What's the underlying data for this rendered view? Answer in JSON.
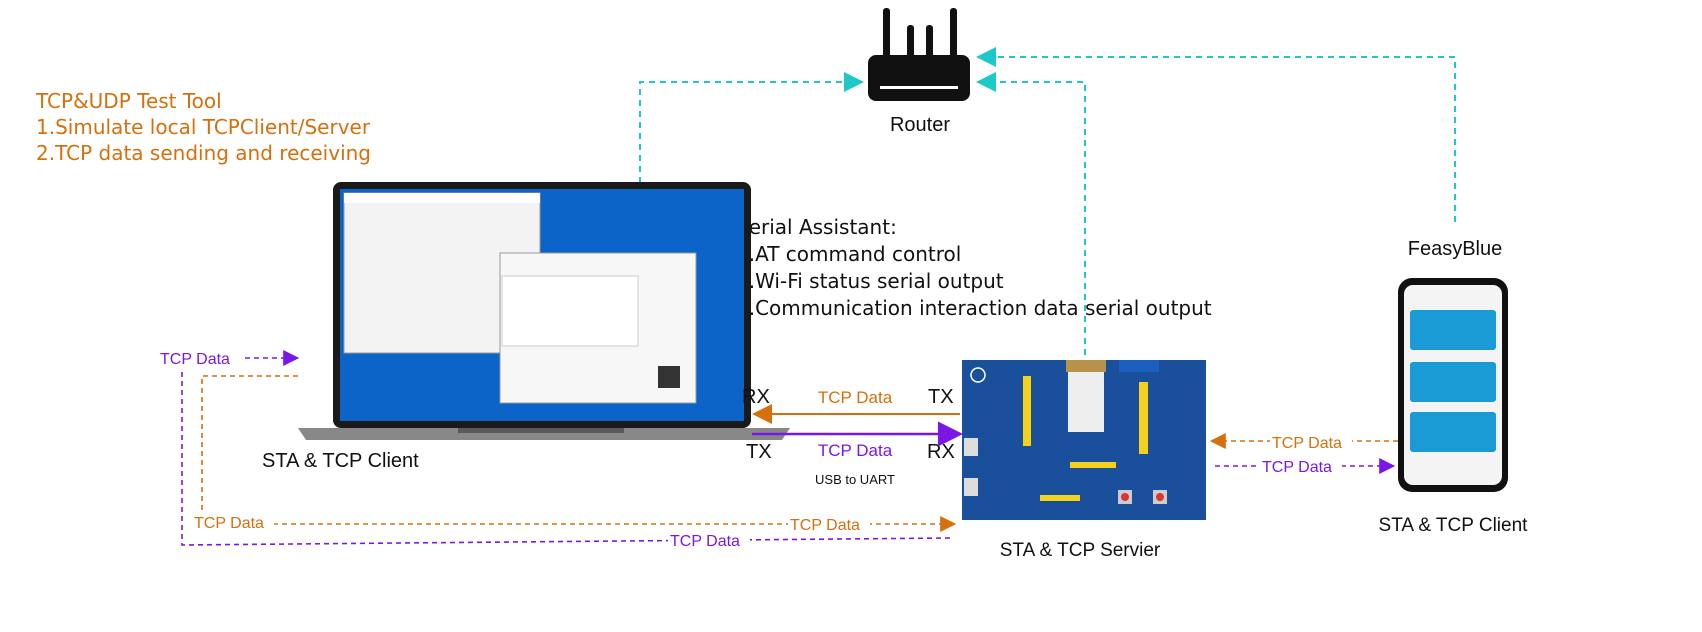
{
  "colors": {
    "orange": "#d4700e",
    "purple": "#7b17e6",
    "cyan": "#1ec8c8",
    "board": "#1a4f9c",
    "phone_button": "#1a9bd6"
  },
  "left_notes": {
    "title": "TCP&UDP Test Tool",
    "line1": "1.Simulate local TCPClient/Server",
    "line2": "2.TCP data sending and receiving"
  },
  "router": {
    "label": "Router",
    "icon": "router-icon"
  },
  "serial_notes": {
    "title": "Serial Assistant:",
    "line1": "1.AT command control",
    "line2": "2.Wi-Fi status serial output",
    "line3": "3.Communication interaction data serial output"
  },
  "laptop": {
    "label": "STA & TCP Client",
    "icon": "laptop-icon"
  },
  "board": {
    "label": "STA & TCP Servier",
    "icon": "dev-board-icon"
  },
  "phone": {
    "app_name": "FeasyBlue",
    "label": "STA & TCP Client",
    "icon": "smartphone-icon"
  },
  "uart": {
    "rx_left": "RX",
    "tx_right": "TX",
    "tx_left": "TX",
    "rx_right": "RX",
    "tcp_data_top": "TCP Data",
    "tcp_data_bottom": "TCP Data",
    "usb_label": "USB to UART"
  },
  "flows": {
    "left_purple_top": "TCP Data",
    "bottom_orange_left": "TCP Data",
    "bottom_orange_right": "TCP Data",
    "bottom_purple": "TCP Data",
    "phone_orange": "TCP Data",
    "phone_purple": "TCP Data"
  }
}
